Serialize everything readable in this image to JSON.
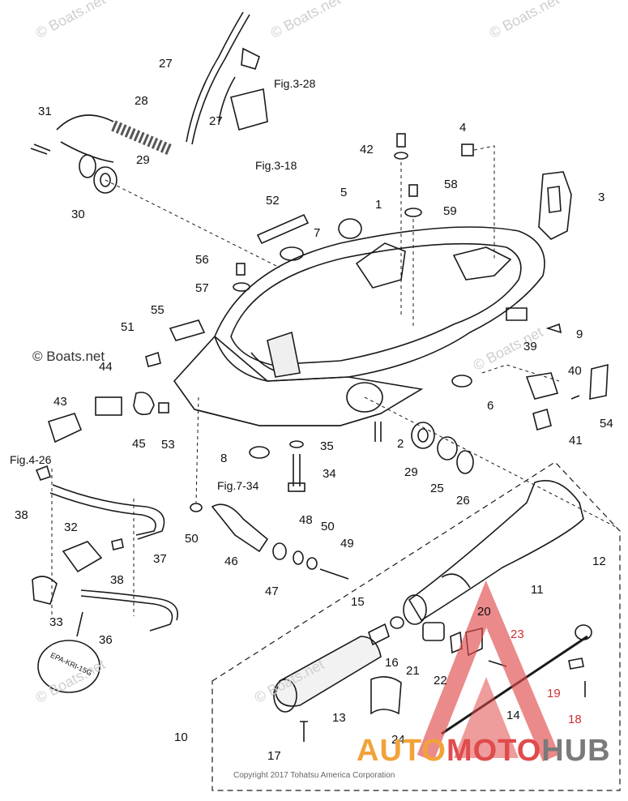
{
  "watermark": "© Boats.net",
  "copyright": "Copyright 2017 Tohatsu America Corporation",
  "brand": {
    "part1": "AUTO",
    "part2": "MOTO",
    "part3": "HUB"
  },
  "references": {
    "fig_3_28": "Fig.3-28",
    "fig_3_18": "Fig.3-18",
    "fig_4_26": "Fig.4-26",
    "fig_7_34": "Fig.7-34",
    "stamp": "EPA-KRI-15G"
  },
  "callouts": {
    "n1": "1",
    "n2": "2",
    "n3": "3",
    "n4": "4",
    "n5": "5",
    "n6": "6",
    "n7": "7",
    "n8": "8",
    "n9": "9",
    "n10": "10",
    "n11": "11",
    "n12": "12",
    "n13": "13",
    "n14": "14",
    "n15": "15",
    "n16": "16",
    "n17": "17",
    "n18": "18",
    "n19": "19",
    "n20": "20",
    "n21": "21",
    "n22": "22",
    "n23": "23",
    "n24": "24",
    "n25": "25",
    "n26": "26",
    "n27a": "27",
    "n27b": "27",
    "n28": "28",
    "n29a": "29",
    "n29b": "29",
    "n30": "30",
    "n31": "31",
    "n32": "32",
    "n33": "33",
    "n34": "34",
    "n35": "35",
    "n36": "36",
    "n37": "37",
    "n38a": "38",
    "n38b": "38",
    "n39": "39",
    "n40": "40",
    "n41": "41",
    "n42": "42",
    "n43": "43",
    "n44": "44",
    "n45": "45",
    "n46": "46",
    "n47": "47",
    "n48": "48",
    "n49": "49",
    "n50a": "50",
    "n50b": "50",
    "n51": "51",
    "n52": "52",
    "n53": "53",
    "n54": "54",
    "n55": "55",
    "n56": "56",
    "n57": "57",
    "n58": "58",
    "n59": "59"
  },
  "colors": {
    "line": "#1a1a1a",
    "shade": "#cfcfcf",
    "logo_red": "#e04b4b",
    "logo_orange": "#f2a23a"
  }
}
